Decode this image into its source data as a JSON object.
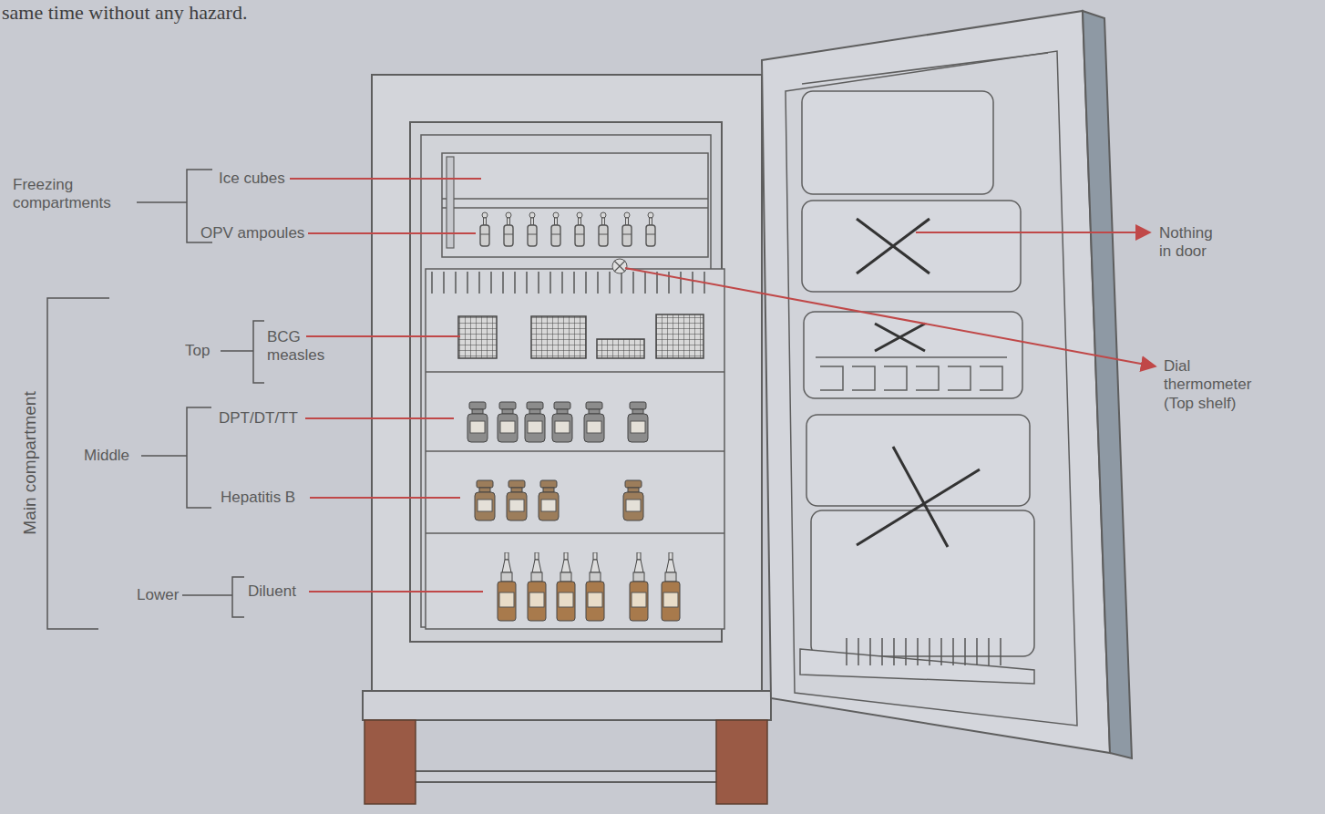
{
  "diagram": {
    "labels": [
      "same time without any hazard.",
      "Freezing compartments",
      "Ice cubes",
      "OPV ampoules",
      "Main compartment",
      "Top",
      "BCG measles",
      "Middle",
      "DPT/DT/TT",
      "Hepatitis B",
      "Lower",
      "Diluent",
      "Nothing in door",
      "Dial thermometer (Top shelf)"
    ]
  }
}
